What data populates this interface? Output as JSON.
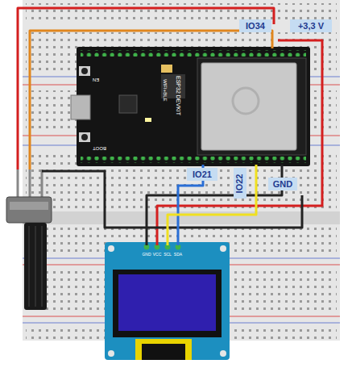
{
  "diagram": {
    "nodes": [
      {
        "text": [
          "IO34"
        ]
      },
      {
        "text": [
          "+3,3 V"
        ]
      },
      {
        "text": [
          "ESP32 DEVKIT",
          "WIFI+BLE",
          "EN",
          "BOOT"
        ]
      },
      {
        "text": [
          "IO21"
        ]
      },
      {
        "text": [
          "IO22"
        ]
      },
      {
        "text": [
          "GND"
        ]
      },
      {
        "text": [
          "GND",
          "VCC",
          "SCL",
          "SDA"
        ]
      }
    ]
  }
}
